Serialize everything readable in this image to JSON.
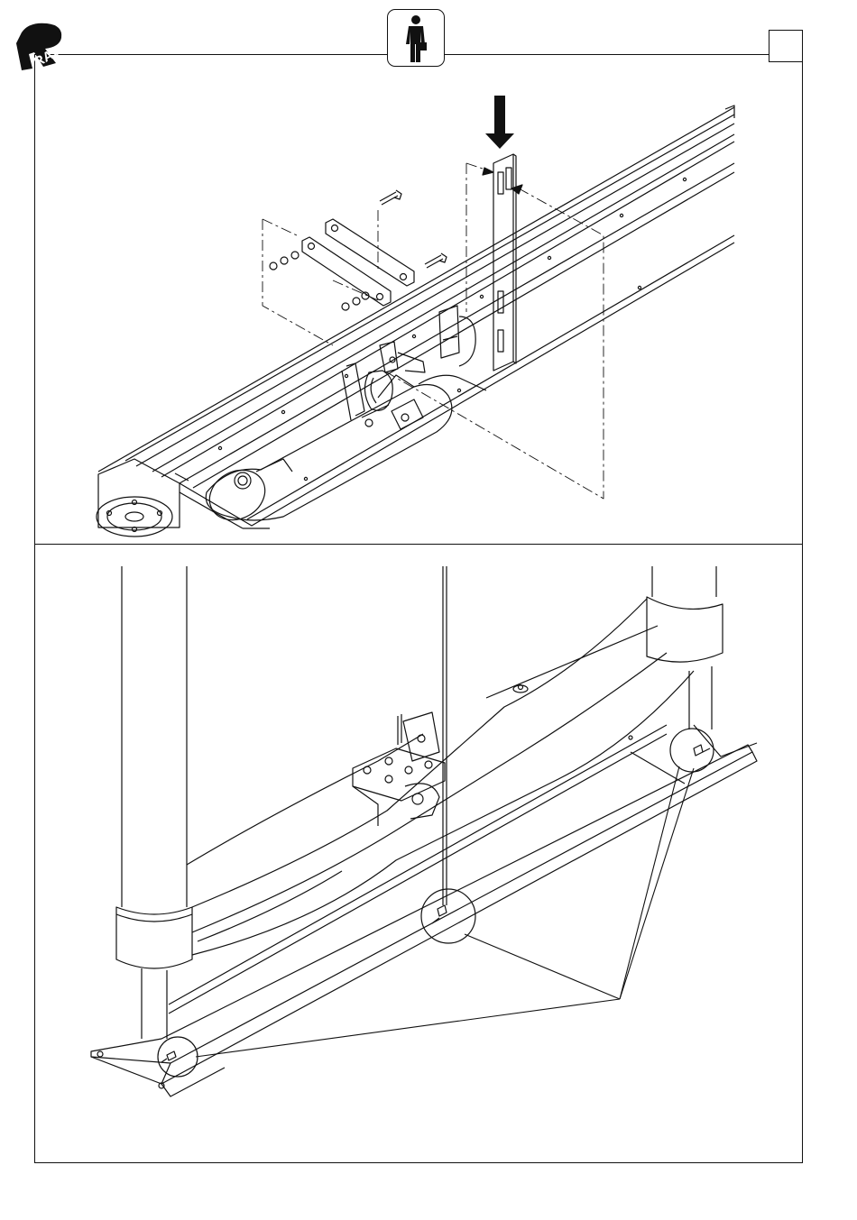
{
  "header": {
    "logo_icon": "rav-brand-logo",
    "operator_icon": "single-operator-icon",
    "page_number": ""
  },
  "panels": [
    {
      "name": "top-panel",
      "content": "exploded-assembly-drawing"
    },
    {
      "name": "bottom-panel",
      "content": "column-base-detail-drawing"
    }
  ],
  "colors": {
    "line": "#111111",
    "background": "#ffffff"
  }
}
